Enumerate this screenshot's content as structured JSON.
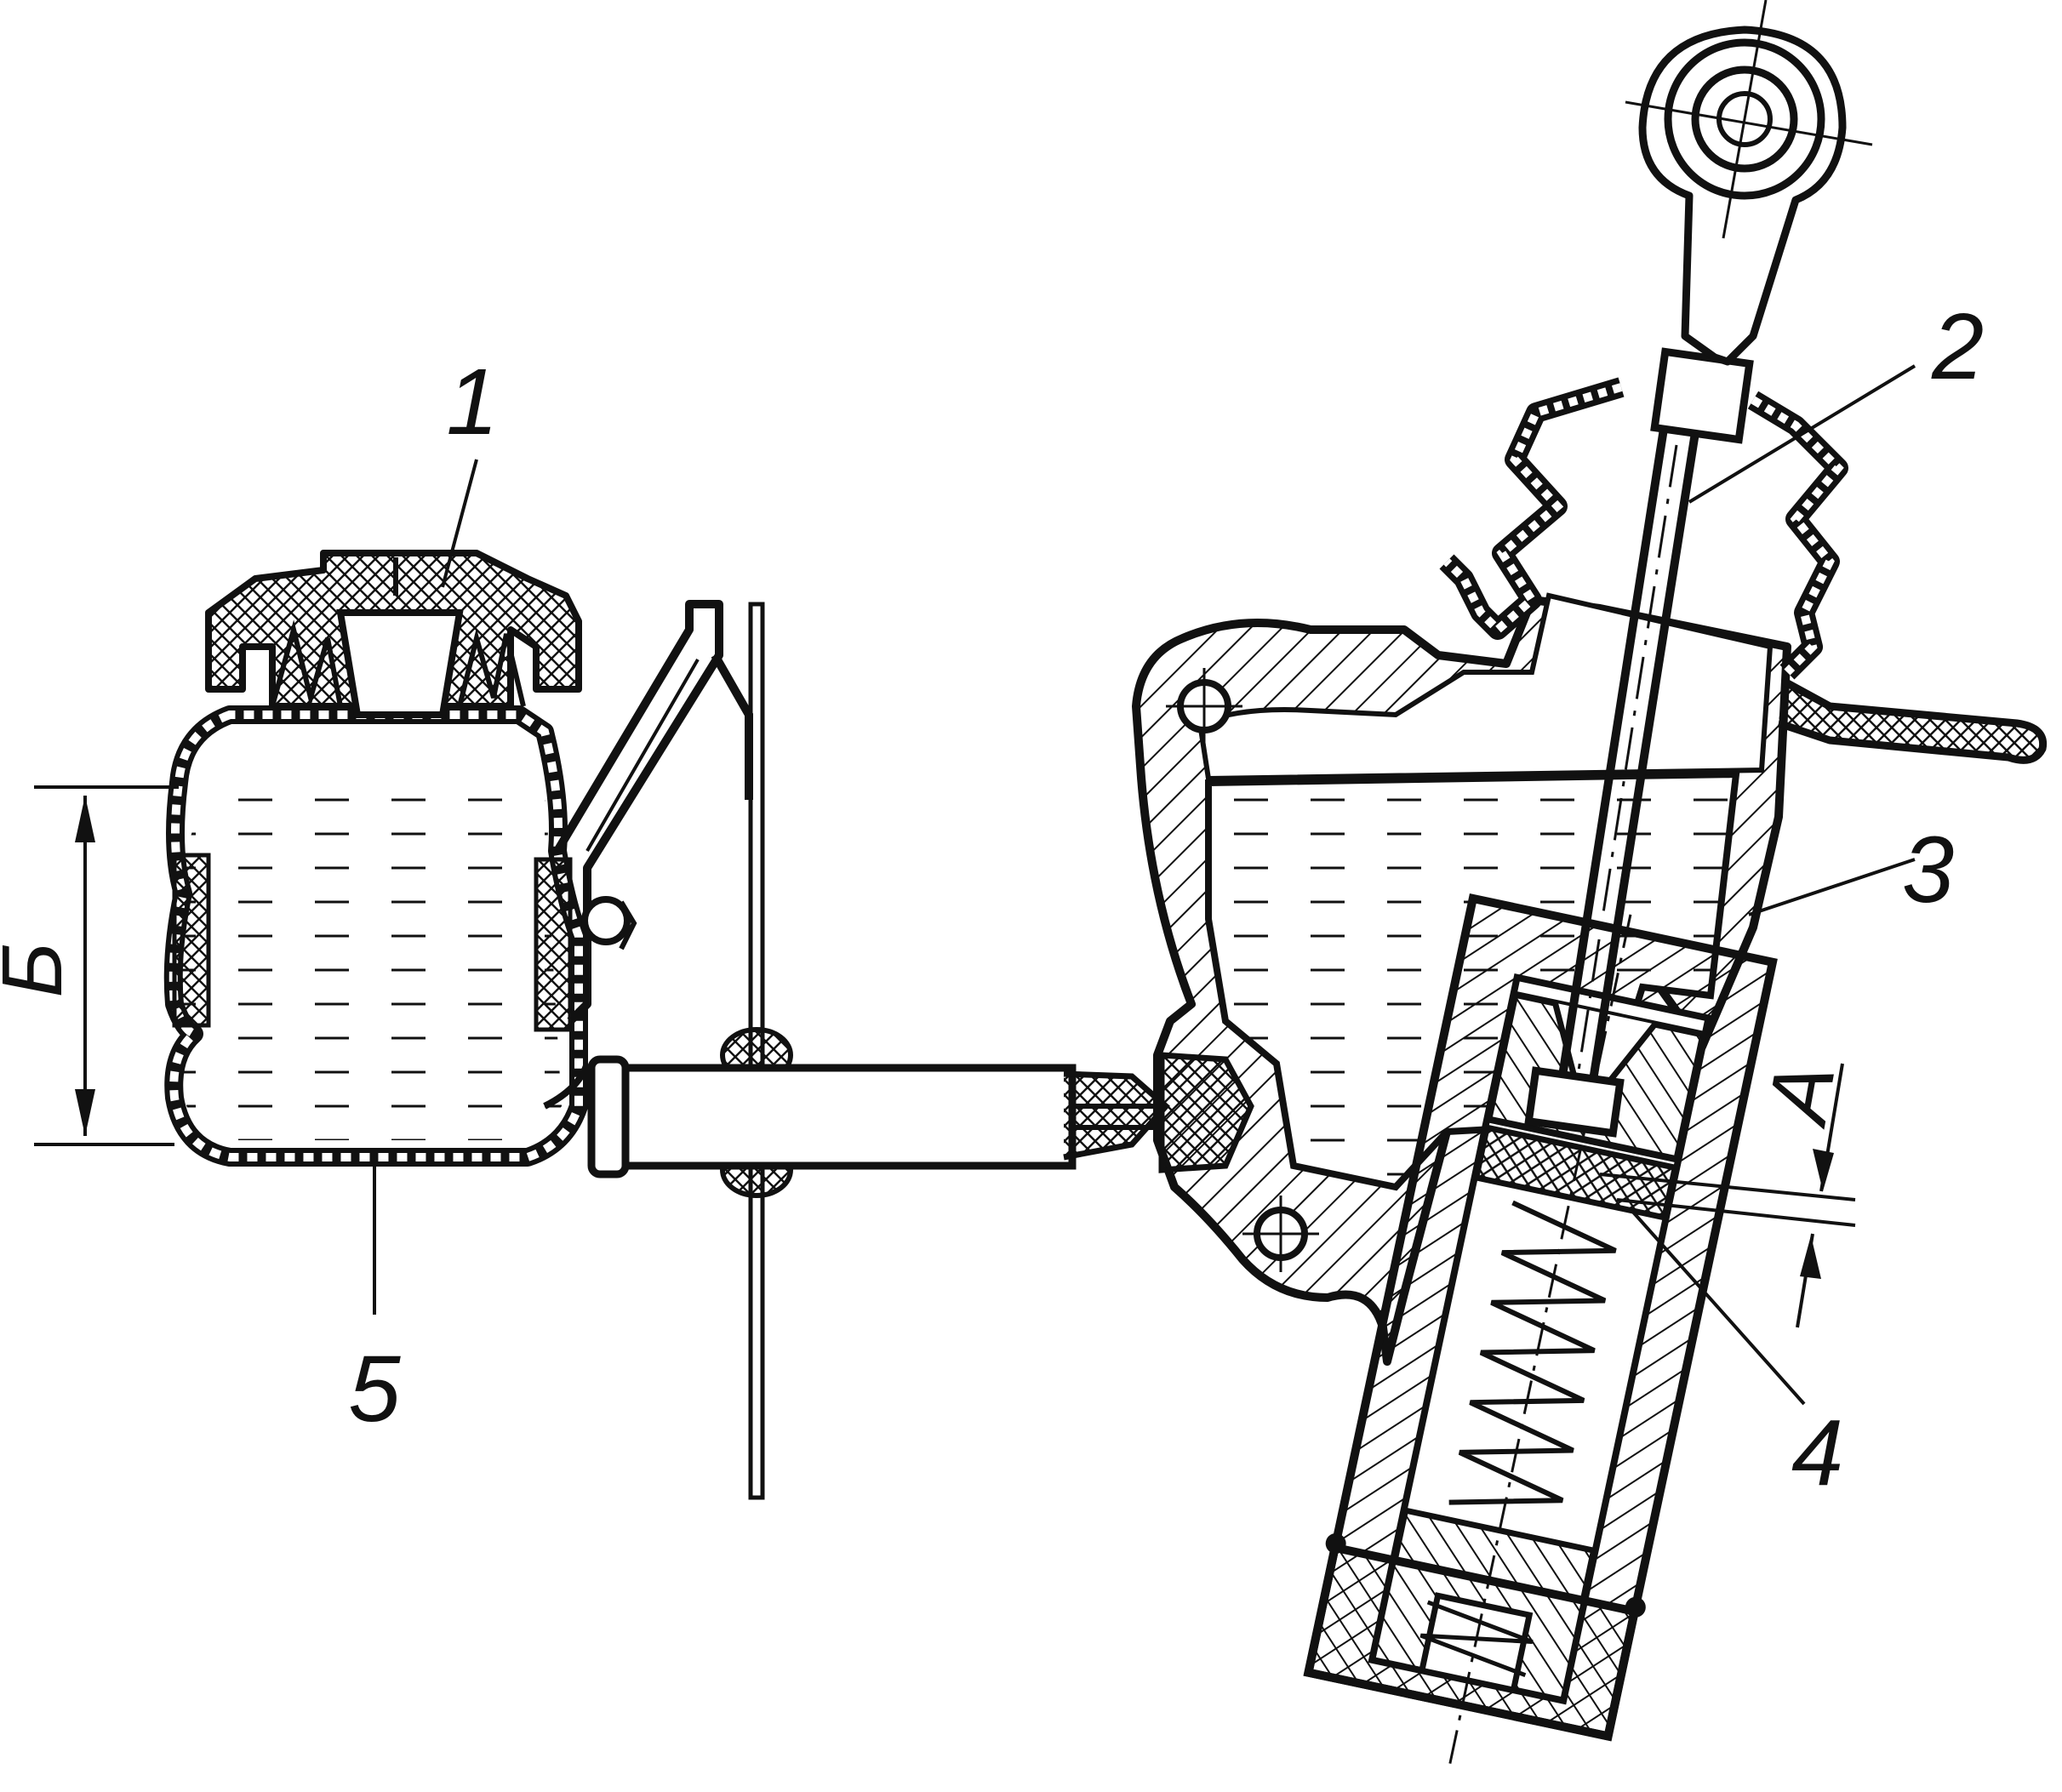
{
  "diagram": {
    "callouts": [
      {
        "id": "1",
        "text": "1"
      },
      {
        "id": "2",
        "text": "2"
      },
      {
        "id": "3",
        "text": "3"
      },
      {
        "id": "4",
        "text": "4"
      },
      {
        "id": "5",
        "text": "5"
      }
    ],
    "dimensions": {
      "level_height": "Б",
      "gap": "А"
    },
    "colors": {
      "line": "#111111",
      "background": "#ffffff"
    }
  }
}
